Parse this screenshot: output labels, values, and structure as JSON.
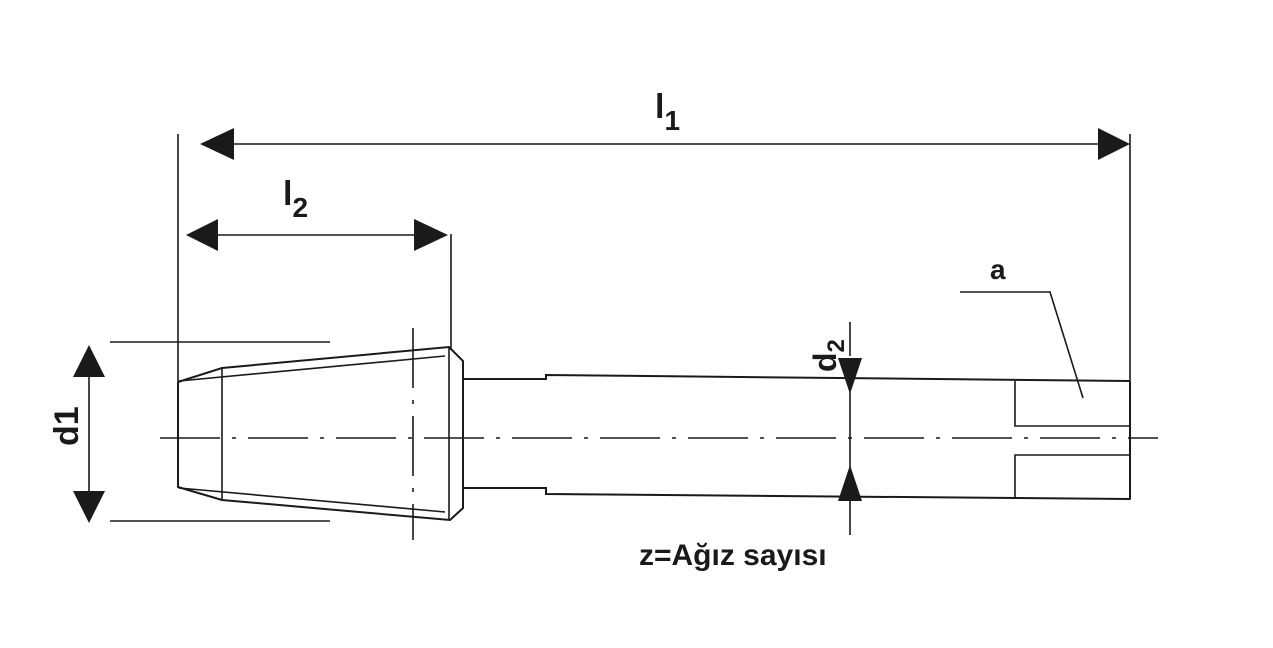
{
  "labels": {
    "l1_main": "l",
    "l1_sub": "1",
    "l2_main": "l",
    "l2_sub": "2",
    "d1": "d1",
    "d2_main": "d",
    "d2_sub": "2",
    "a": "a",
    "caption": "z=Ağız sayısı"
  }
}
